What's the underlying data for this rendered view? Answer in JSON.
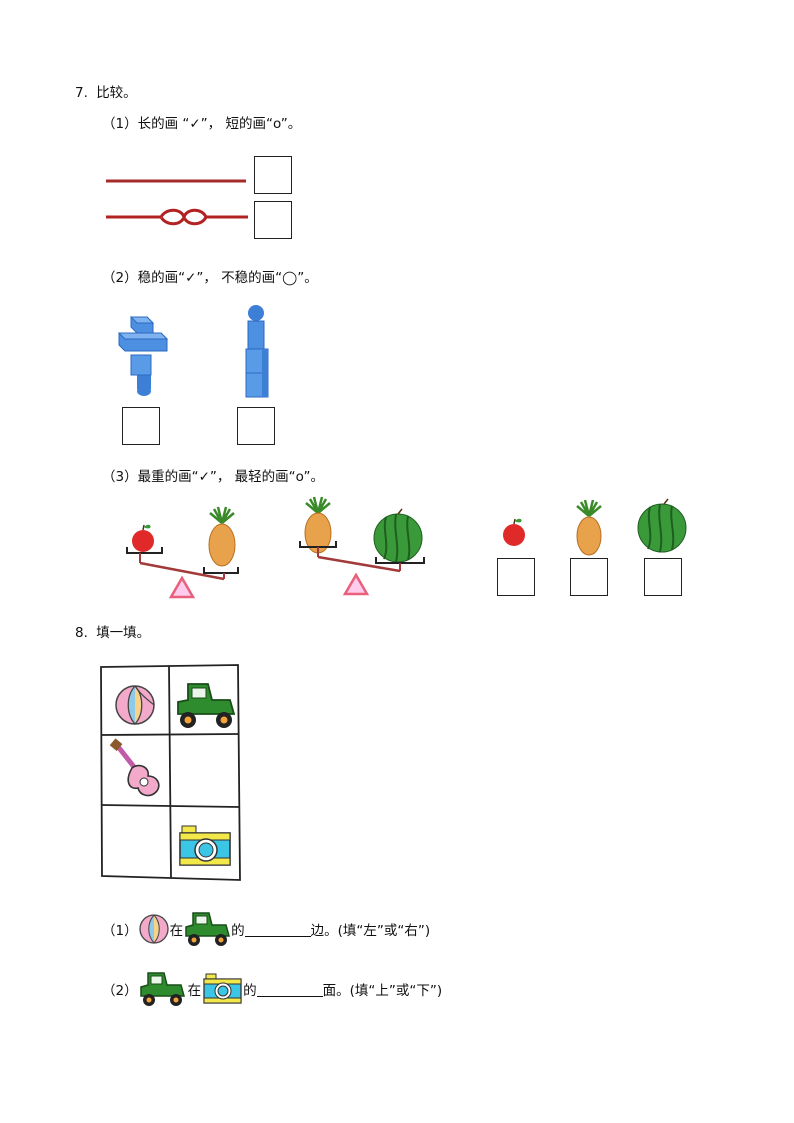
{
  "q7": {
    "number": "7.",
    "title": "比较。",
    "part1": "（1）长的画 “✓”， 短的画“o”。",
    "part2": "（2）稳的画“✓”， 不稳的画“◯”。",
    "part3": "（3）最重的画“✓”， 最轻的画“o”。"
  },
  "q8": {
    "number": "8.",
    "title": "填一填。",
    "sub1": {
      "num": "（1）",
      "zai": "在",
      "de": "的",
      "tail": "边。(填“左”或“右”)"
    },
    "sub2": {
      "num": "（2）",
      "zai": "在",
      "de": "的",
      "tail": "面。(填“上”或“下”)"
    }
  },
  "colors": {
    "rope": "#a52a2a",
    "block_blue": "#4d8fe0",
    "scale": "#a33a3a",
    "pivot": "#e8607a",
    "apple": "#e02a2a",
    "pineapple": "#e9a24c",
    "watermelon": "#3a9a3a",
    "car": "#2e8b2e",
    "camera_body": "#3cc6e6"
  },
  "icons": [
    "rope-icon",
    "knotted-rope-icon",
    "cross-block-icon",
    "tower-block-icon",
    "apple-icon",
    "pineapple-icon",
    "watermelon-icon",
    "ball-icon",
    "toy-car-icon",
    "guitar-icon",
    "camera-icon",
    "balance-scale-icon"
  ]
}
